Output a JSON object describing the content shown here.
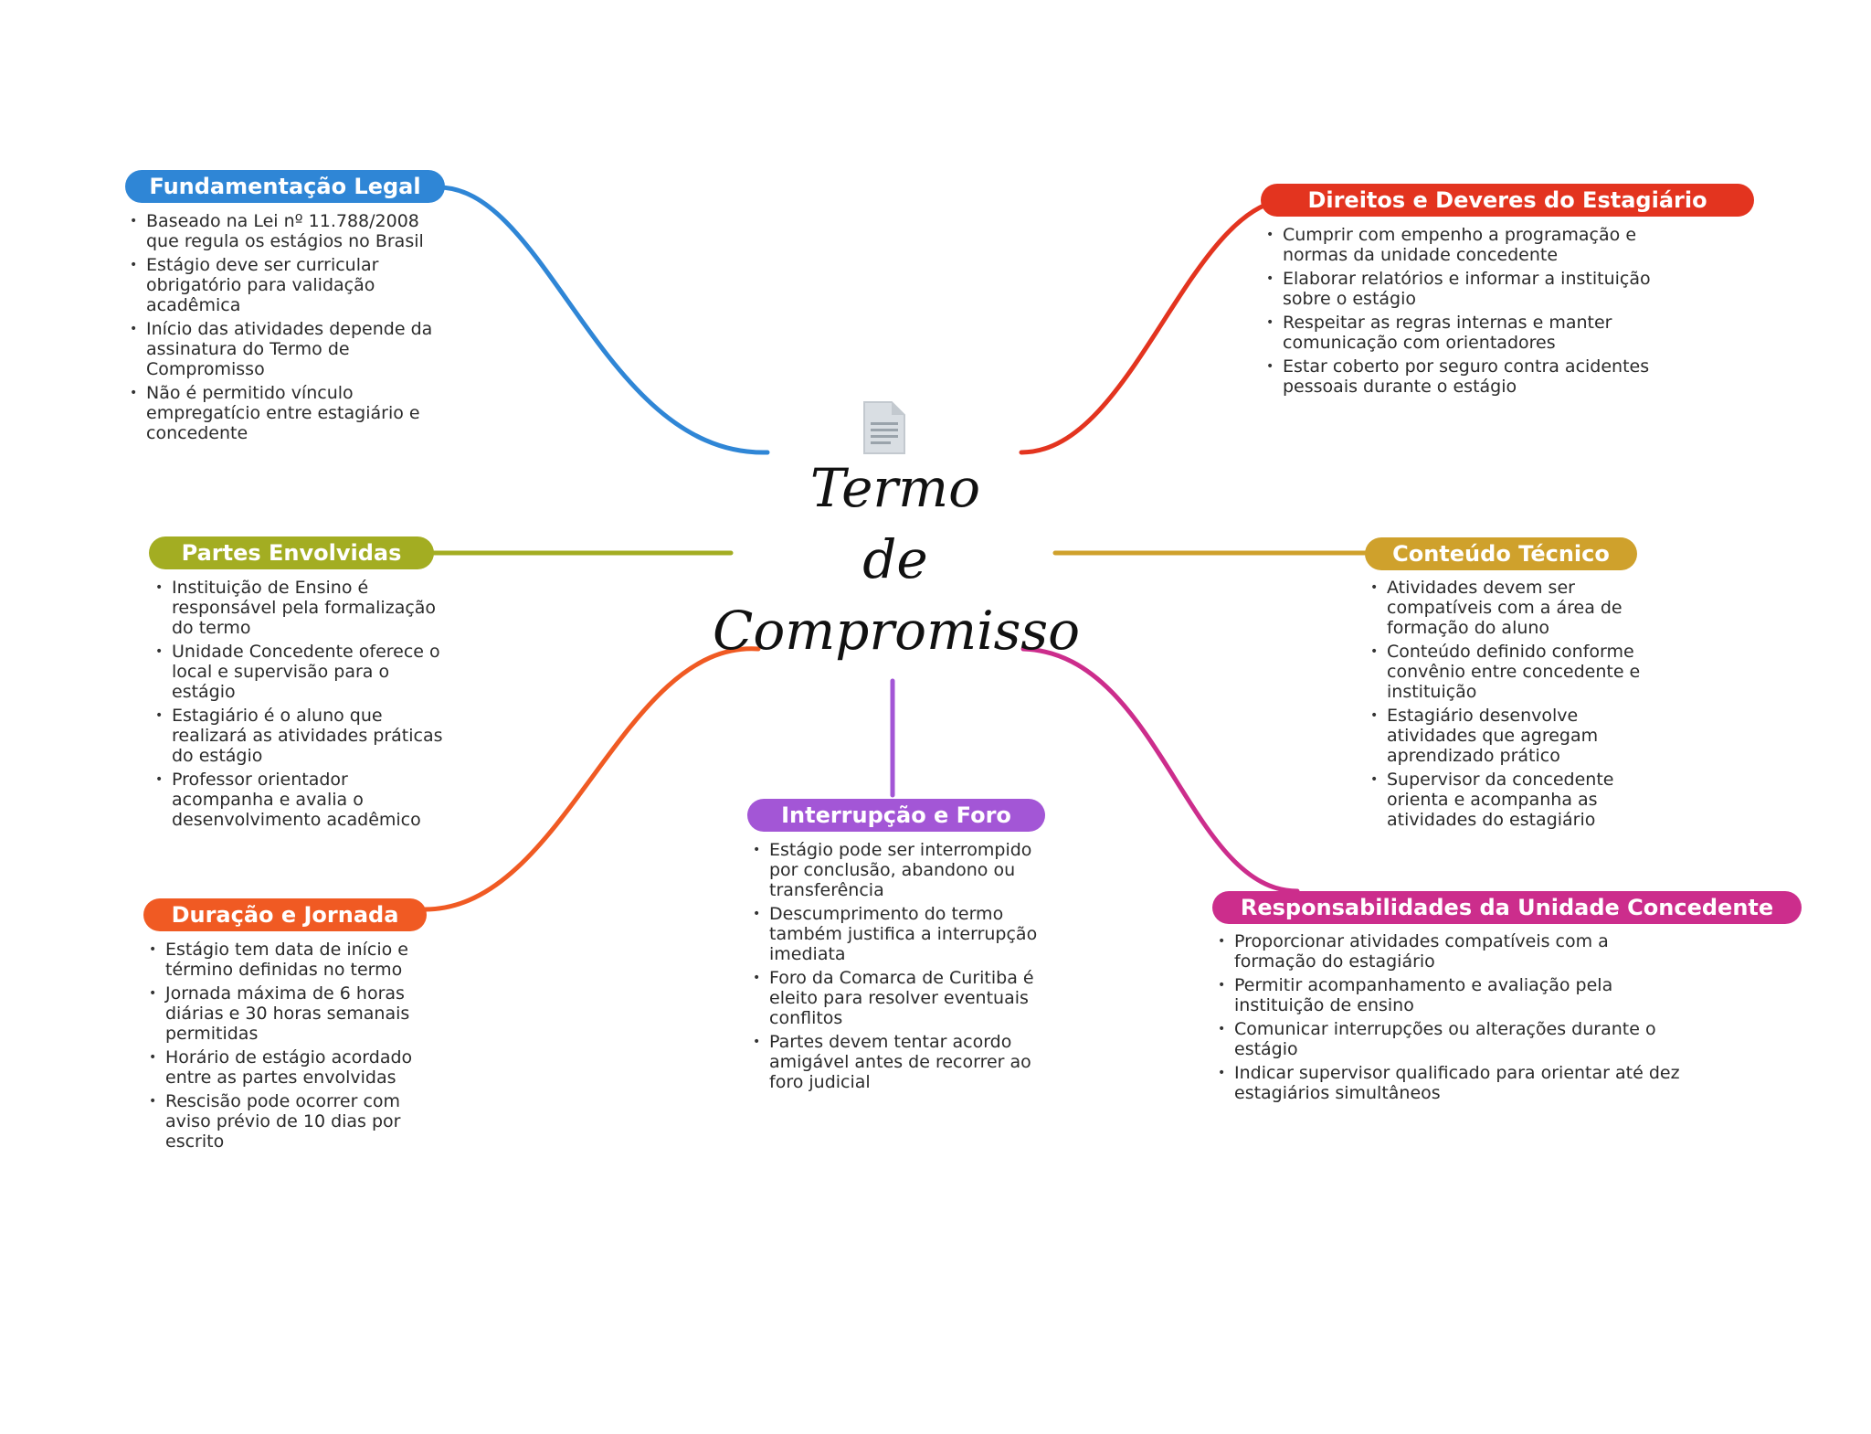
{
  "center": {
    "title_lines": [
      "Termo",
      "de",
      "Compromisso"
    ],
    "icon": "document-icon"
  },
  "branches": {
    "fundamentacao": {
      "title": "Fundamentação Legal",
      "color": "#2f86d6",
      "items": [
        "Baseado na Lei nº 11.788/2008 que regula os estágios no Brasil",
        "Estágio deve ser curricular obrigatório para validação acadêmica",
        "Início das atividades depende da assinatura do Termo de Compromisso",
        "Não é permitido vínculo empregatício entre estagiário e concedente"
      ]
    },
    "partes": {
      "title": "Partes Envolvidas",
      "color": "#a3ad22",
      "items": [
        "Instituição de Ensino é responsável pela formalização do termo",
        "Unidade Concedente oferece o local e supervisão para o estágio",
        "Estagiário é o aluno que realizará as atividades práticas do estágio",
        "Professor orientador acompanha e avalia o desenvolvimento acadêmico"
      ]
    },
    "duracao": {
      "title": "Duração e Jornada",
      "color": "#f05a23",
      "items": [
        "Estágio tem data de início e término definidas no termo",
        "Jornada máxima de 6 horas diárias e 30 horas semanais permitidas",
        "Horário de estágio acordado entre as partes envolvidas",
        "Rescisão pode ocorrer com aviso prévio de 10 dias por escrito"
      ]
    },
    "interrupcao": {
      "title": "Interrupção e Foro",
      "color": "#a356d6",
      "items": [
        "Estágio pode ser interrompido por conclusão, abandono ou transferência",
        "Descumprimento do termo também justifica a interrupção imediata",
        "Foro da Comarca de Curitiba é eleito para resolver eventuais conflitos",
        "Partes devem tentar acordo amigável antes de recorrer ao foro judicial"
      ]
    },
    "direitos": {
      "title": "Direitos e Deveres do Estagiário",
      "color": "#e3341f",
      "items": [
        "Cumprir com empenho a programação e normas da unidade concedente",
        "Elaborar relatórios e informar a instituição sobre o estágio",
        "Respeitar as regras internas e manter comunicação com orientadores",
        "Estar coberto por seguro contra acidentes pessoais durante o estágio"
      ]
    },
    "conteudo": {
      "title": "Conteúdo Técnico",
      "color": "#cfa12c",
      "items": [
        "Atividades devem ser compatíveis com a área de formação do aluno",
        "Conteúdo definido conforme convênio entre concedente e instituição",
        "Estagiário desenvolve atividades que agregam aprendizado prático",
        "Supervisor da concedente orienta e acompanha as atividades do estagiário"
      ]
    },
    "responsabilidades": {
      "title": "Responsabilidades da Unidade Concedente",
      "color": "#cc2d8c",
      "items": [
        "Proporcionar atividades compatíveis com a formação do estagiário",
        "Permitir acompanhamento e avaliação pela instituição de ensino",
        "Comunicar interrupções ou alterações durante o estágio",
        "Indicar supervisor qualificado para orientar até dez estagiários simultâneos"
      ]
    }
  }
}
